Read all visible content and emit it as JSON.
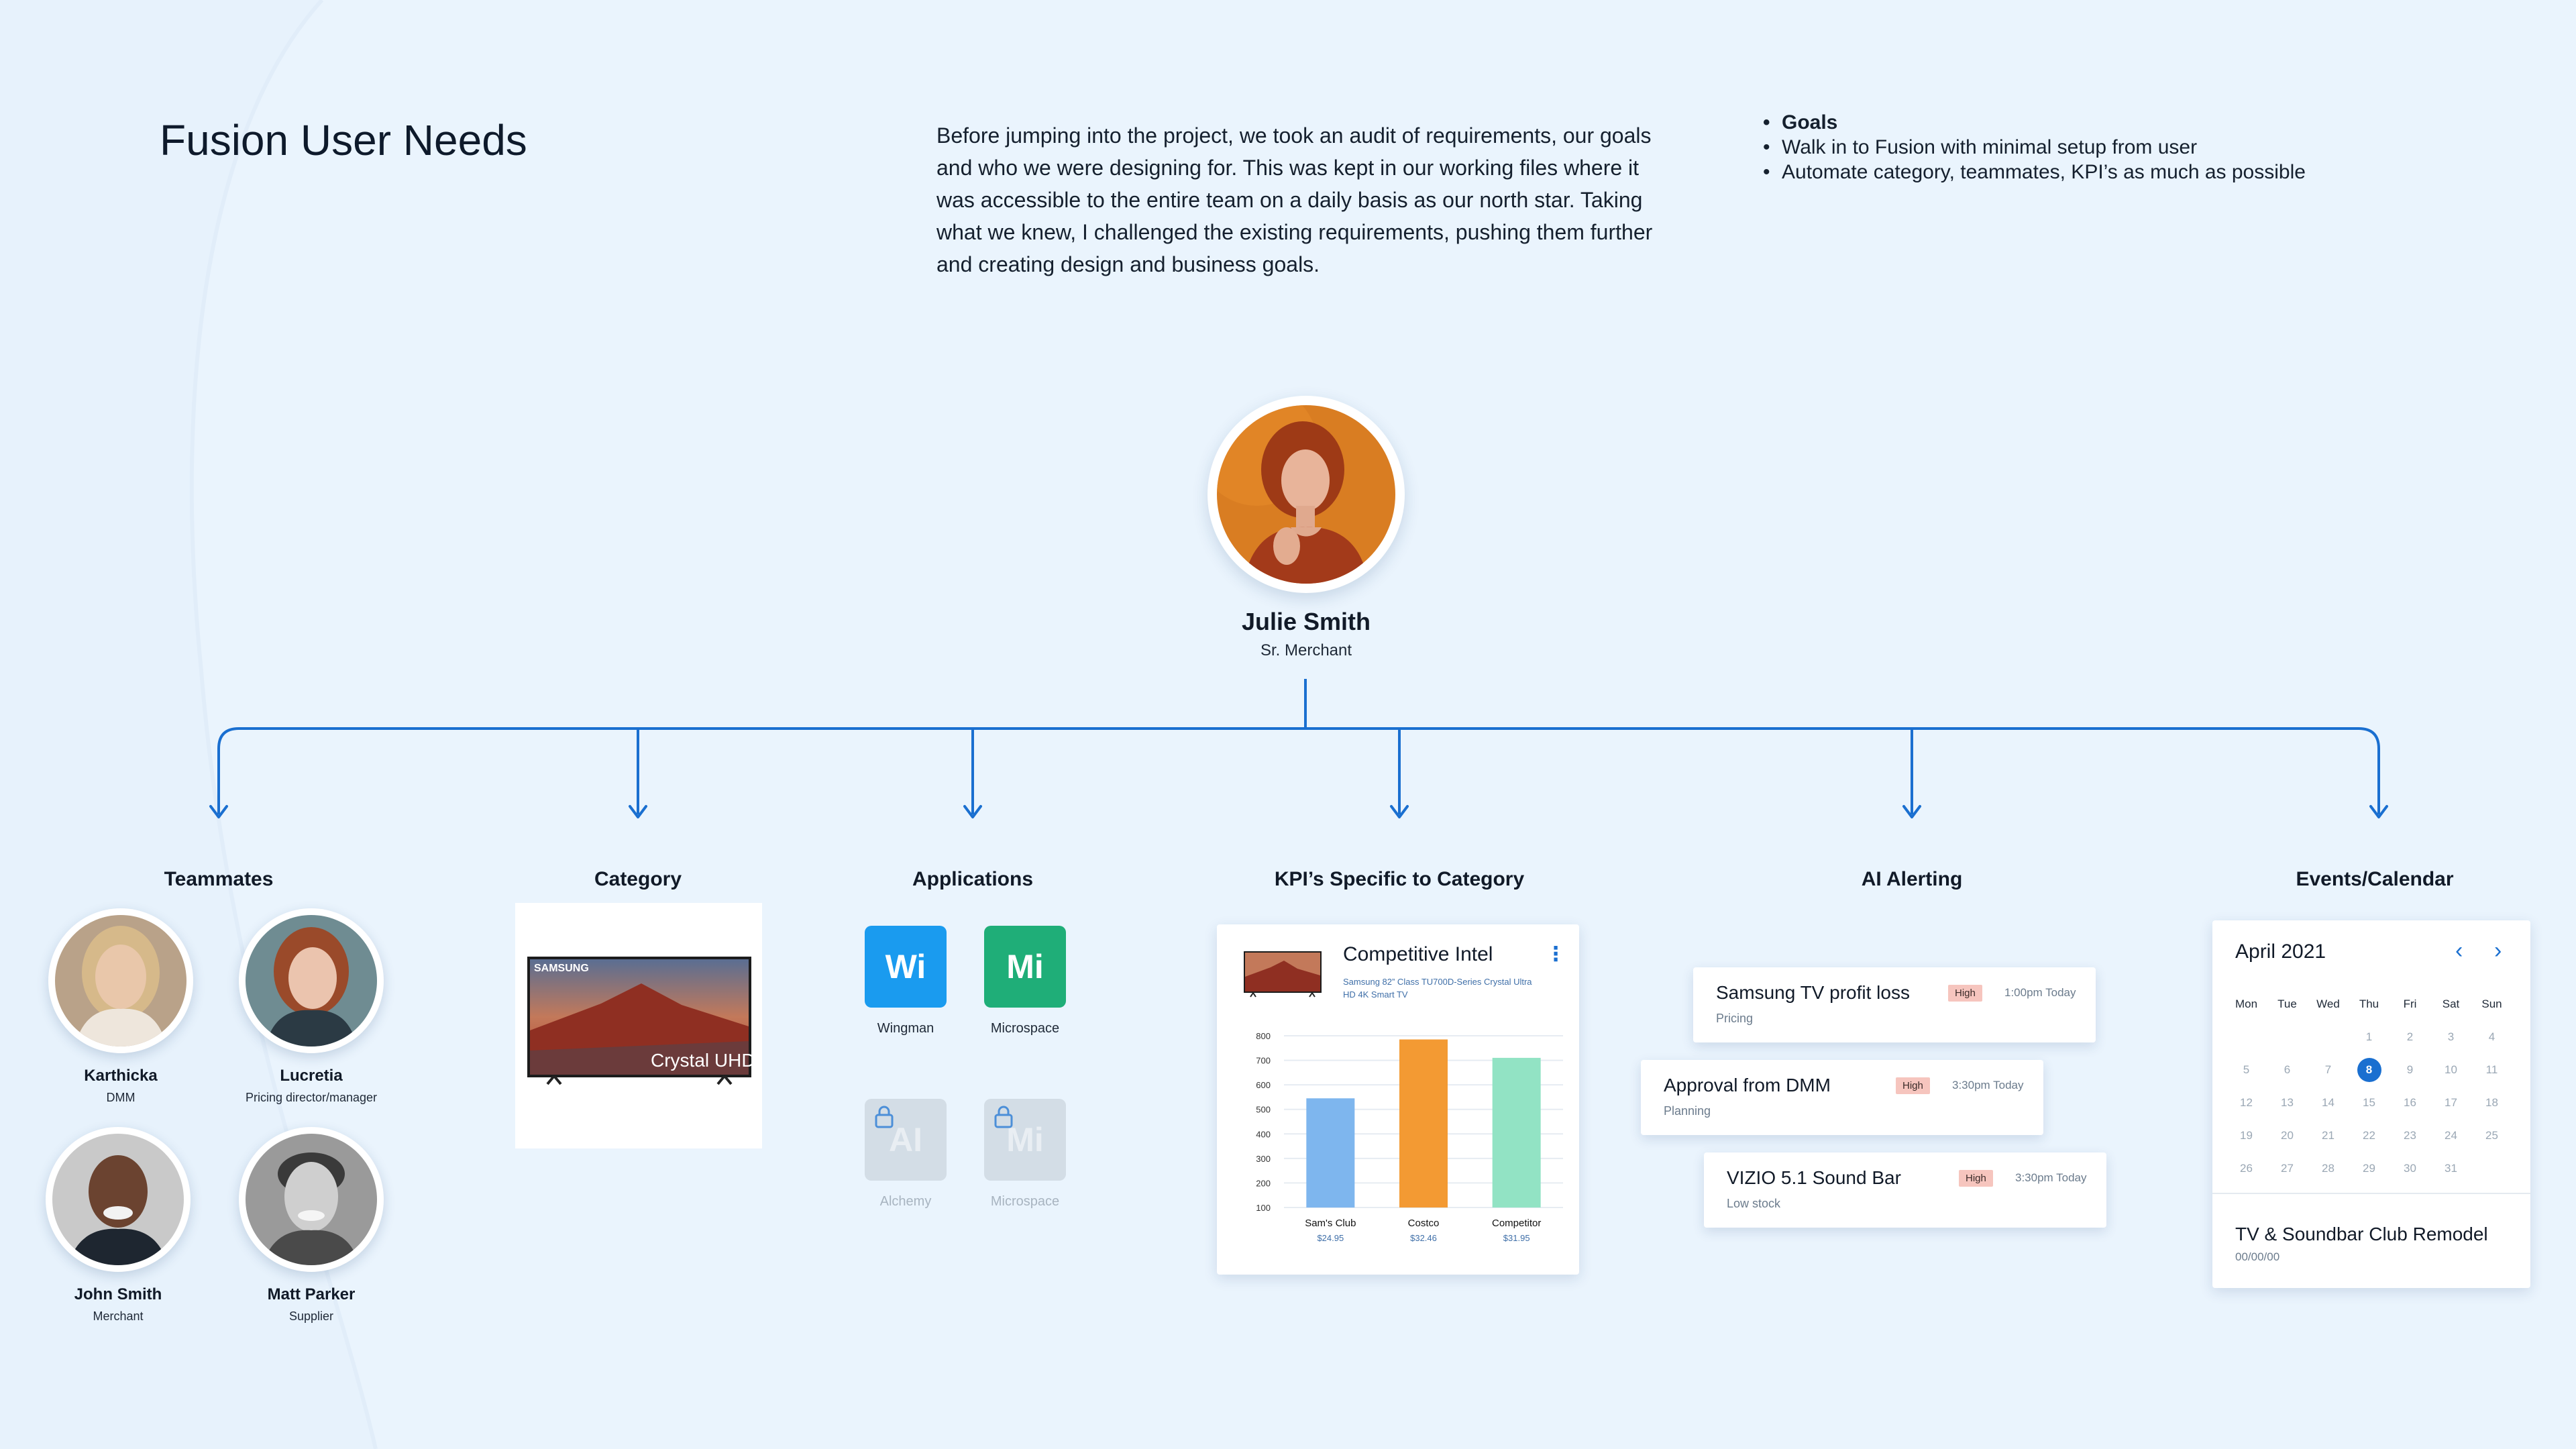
{
  "title": "Fusion User Needs",
  "intro": "Before jumping into the project, we took an audit of requirements, our goals and who we were designing for. This was kept in our working files where it was accessible to the entire team on a daily basis as our north star. Taking what we knew, I challenged the existing requirements, pushing them further and creating design and business goals.",
  "goals": {
    "heading": "Goals",
    "items": [
      "Walk in to Fusion with minimal setup from user",
      "Automate category, teammates, KPI’s as much as possible"
    ]
  },
  "persona": {
    "name": "Julie Smith",
    "role": "Sr. Merchant"
  },
  "columns": {
    "teammates": "Teammates",
    "category": "Category",
    "applications": "Applications",
    "kpi": "KPI’s Specific to Category",
    "alerting": "AI Alerting",
    "events": "Events/Calendar"
  },
  "teammates": [
    {
      "name": "Karthicka",
      "role": "DMM"
    },
    {
      "name": "Lucretia",
      "role": "Pricing director/manager"
    },
    {
      "name": "John Smith",
      "role": "Merchant"
    },
    {
      "name": "Matt Parker",
      "role": "Supplier"
    }
  ],
  "category": {
    "brand": "SAMSUNG",
    "product": "Crystal UHD"
  },
  "apps": [
    {
      "abbr": "Wi",
      "label": "Wingman",
      "color": "#1A9BEF",
      "locked": false
    },
    {
      "abbr": "Mi",
      "label": "Microspace",
      "color": "#1FAE78",
      "locked": false
    },
    {
      "abbr": "AI",
      "label": "Alchemy",
      "locked": true
    },
    {
      "abbr": "Mi",
      "label": "Microspace",
      "locked": true
    }
  ],
  "kpi": {
    "title": "Competitive Intel",
    "subtitle": "Samsung 82” Class TU700D-Series Crystal Ultra HD 4K Smart TV",
    "more_icon": "more-vertical-icon"
  },
  "chart_data": {
    "type": "bar",
    "categories": [
      "Sam's Club",
      "Costco",
      "Competitor"
    ],
    "prices": [
      "$24.95",
      "$32.46",
      "$31.95"
    ],
    "values": [
      545,
      785,
      710
    ],
    "colors": [
      "#7EB6EE",
      "#F39A33",
      "#92E3C4"
    ],
    "yticks": [
      100,
      200,
      300,
      400,
      500,
      600,
      700,
      800
    ],
    "ylim": [
      100,
      800
    ],
    "grid": true,
    "title": "",
    "xlabel": "",
    "ylabel": ""
  },
  "alerts": [
    {
      "title": "Samsung TV profit loss",
      "sub": "Pricing",
      "badge": "High",
      "time": "1:00pm Today"
    },
    {
      "title": "Approval from DMM",
      "sub": "Planning",
      "badge": "High",
      "time": "3:30pm Today"
    },
    {
      "title": "VIZIO 5.1 Sound Bar",
      "sub": "Low stock",
      "badge": "High",
      "time": "3:30pm Today"
    }
  ],
  "calendar": {
    "month": "April 2021",
    "days": [
      "Mon",
      "Tue",
      "Wed",
      "Thu",
      "Fri",
      "Sat",
      "Sun"
    ],
    "weeks": [
      [
        "",
        "",
        "",
        "1",
        "2",
        "3",
        "4"
      ],
      [
        "5",
        "6",
        "7",
        "8",
        "9",
        "10",
        "11"
      ],
      [
        "12",
        "13",
        "14",
        "15",
        "16",
        "17",
        "18"
      ],
      [
        "19",
        "20",
        "21",
        "22",
        "23",
        "24",
        "25"
      ],
      [
        "26",
        "27",
        "28",
        "29",
        "30",
        "31",
        ""
      ]
    ],
    "today": "8",
    "event": "TV & Soundbar Club Remodel",
    "event_date": "00/00/00"
  }
}
